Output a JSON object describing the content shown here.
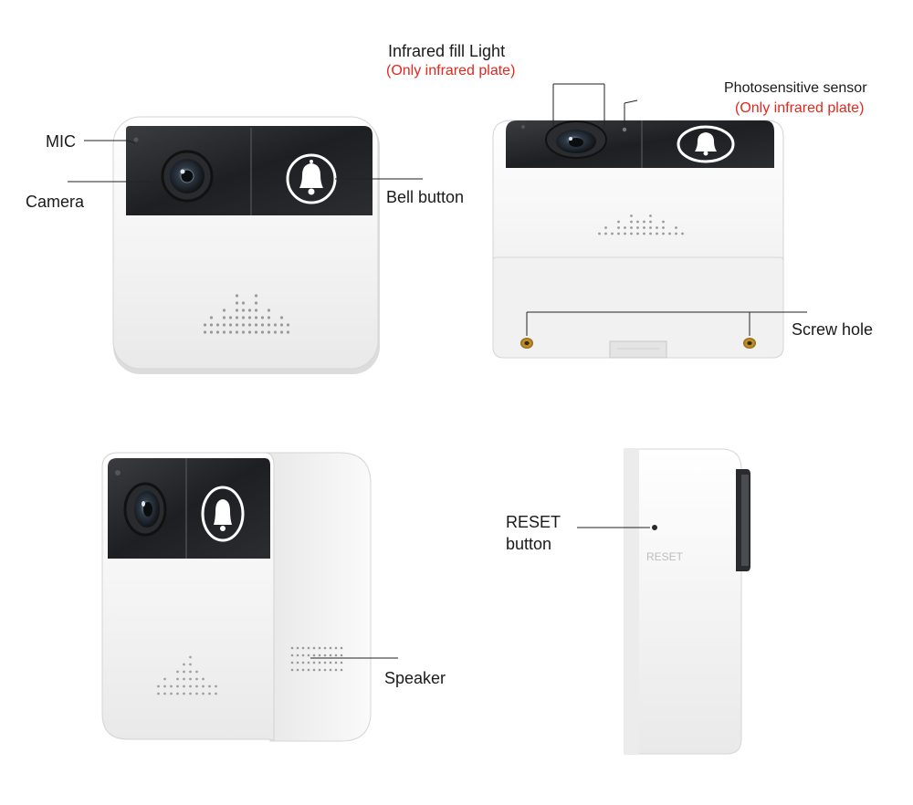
{
  "labels": {
    "mic": "MIC",
    "camera": "Camera",
    "bell_button": "Bell button",
    "infrared_fill_light": "Infrared fill Light",
    "infrared_note_1": "(Only infrared plate)",
    "photosensitive_sensor": "Photosensitive sensor",
    "infrared_note_2": "(Only infrared plate)",
    "screw_hole": "Screw hole",
    "reset_button_line1": "RESET",
    "reset_button_line2": "button",
    "speaker": "Speaker",
    "reset_imprint": "RESET"
  },
  "colors": {
    "body_white": "#f4f4f4",
    "panel_black": "#1d1f22",
    "note_red": "#e0281e",
    "leader_line": "#222222",
    "screw_gold": "#c8962a"
  }
}
